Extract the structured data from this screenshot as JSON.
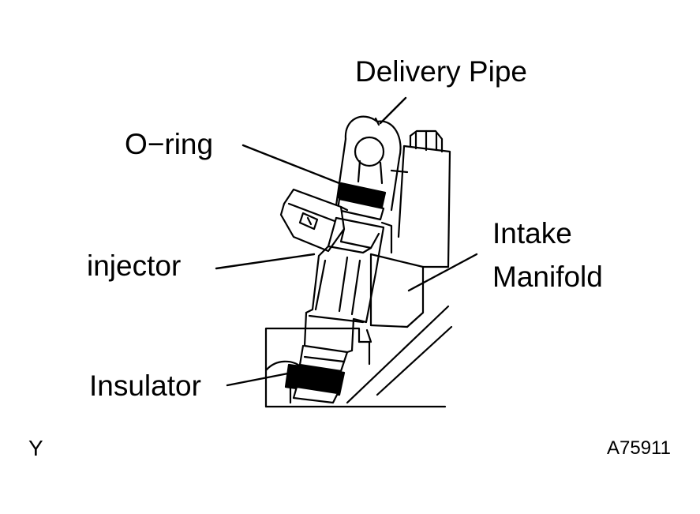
{
  "labels": {
    "delivery_pipe": "Delivery Pipe",
    "o_ring": "O−ring",
    "injector": "injector",
    "intake_manifold_line1": "Intake",
    "intake_manifold_line2": "Manifold",
    "insulator": "Insulator"
  },
  "footer": {
    "left_code": "Y",
    "figure_id": "A75911"
  },
  "colors": {
    "ink": "#000000",
    "paper": "#ffffff"
  }
}
